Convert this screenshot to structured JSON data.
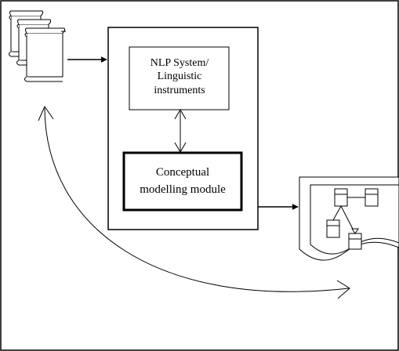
{
  "diagram": {
    "nlp_box": {
      "line1": "NLP System/",
      "line2": "Linguistic",
      "line3": "instruments"
    },
    "module_box": {
      "line1": "Conceptual",
      "line2": "modelling module"
    },
    "colors": {
      "stroke": "#000000",
      "background": "#ffffff"
    },
    "icons": [
      "document-stack-icon",
      "conceptual-schema-document-icon"
    ]
  }
}
